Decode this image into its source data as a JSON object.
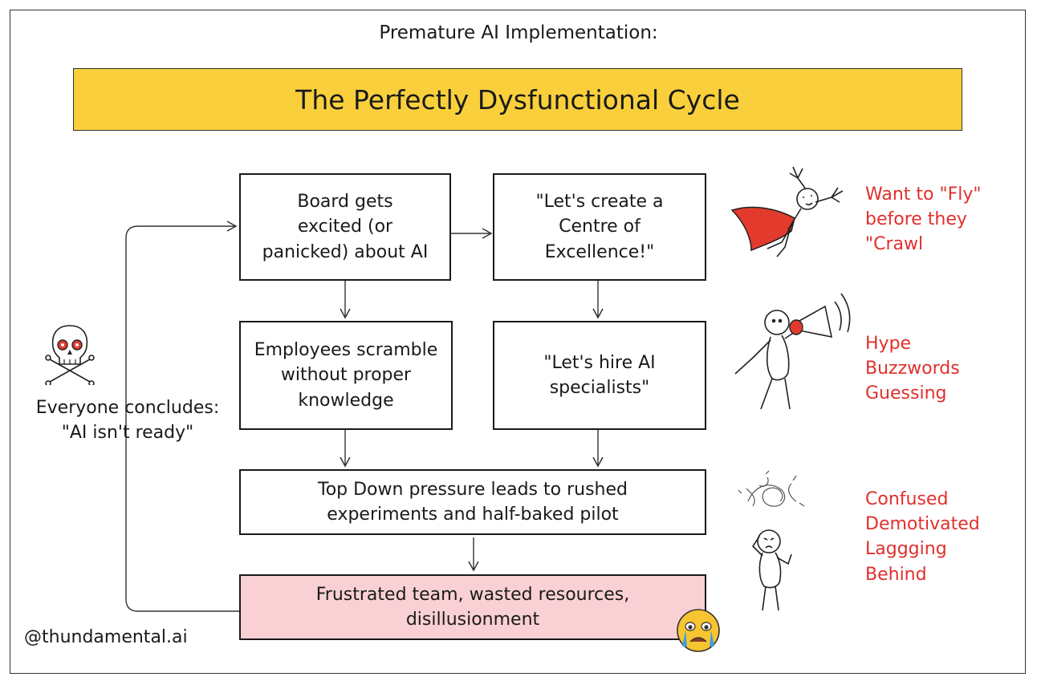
{
  "header": {
    "subtitle": "Premature AI Implementation:",
    "title": "The Perfectly Dysfunctional Cycle"
  },
  "flow": {
    "board": [
      "Board gets",
      "excited (or",
      "panicked) about AI"
    ],
    "coe": [
      "\"Let's create a",
      "Centre of",
      "Excellence!\""
    ],
    "employees": [
      "Employees scramble",
      "without proper",
      "knowledge"
    ],
    "hire": [
      "\"Let's hire AI",
      "specialists\""
    ],
    "pressure": [
      "Top Down pressure leads to rushed",
      "experiments and half-baked pilot"
    ],
    "frustrated": [
      "Frustrated team, wasted resources,",
      "disillusionment"
    ]
  },
  "loop_label": [
    "Everyone concludes:",
    "\"AI isn't ready\""
  ],
  "annotations": {
    "fly": [
      "Want to \"Fly\"",
      "before they",
      "\"Crawl"
    ],
    "hype": [
      "Hype",
      "Buzzwords",
      "Guessing"
    ],
    "confused": [
      "Confused",
      "Demotivated",
      "Laggging",
      "Behind"
    ]
  },
  "icons": [
    "skull-crossbones-icon",
    "flying-stick-figure-icon",
    "megaphone-stick-figure-icon",
    "confused-stick-figure-icon",
    "crying-face-icon"
  ],
  "colors": {
    "banner": "#f9d03c",
    "annotation": "#e0302c",
    "outcome_box": "#f9d0d3"
  },
  "handle": "@thundamental.ai"
}
